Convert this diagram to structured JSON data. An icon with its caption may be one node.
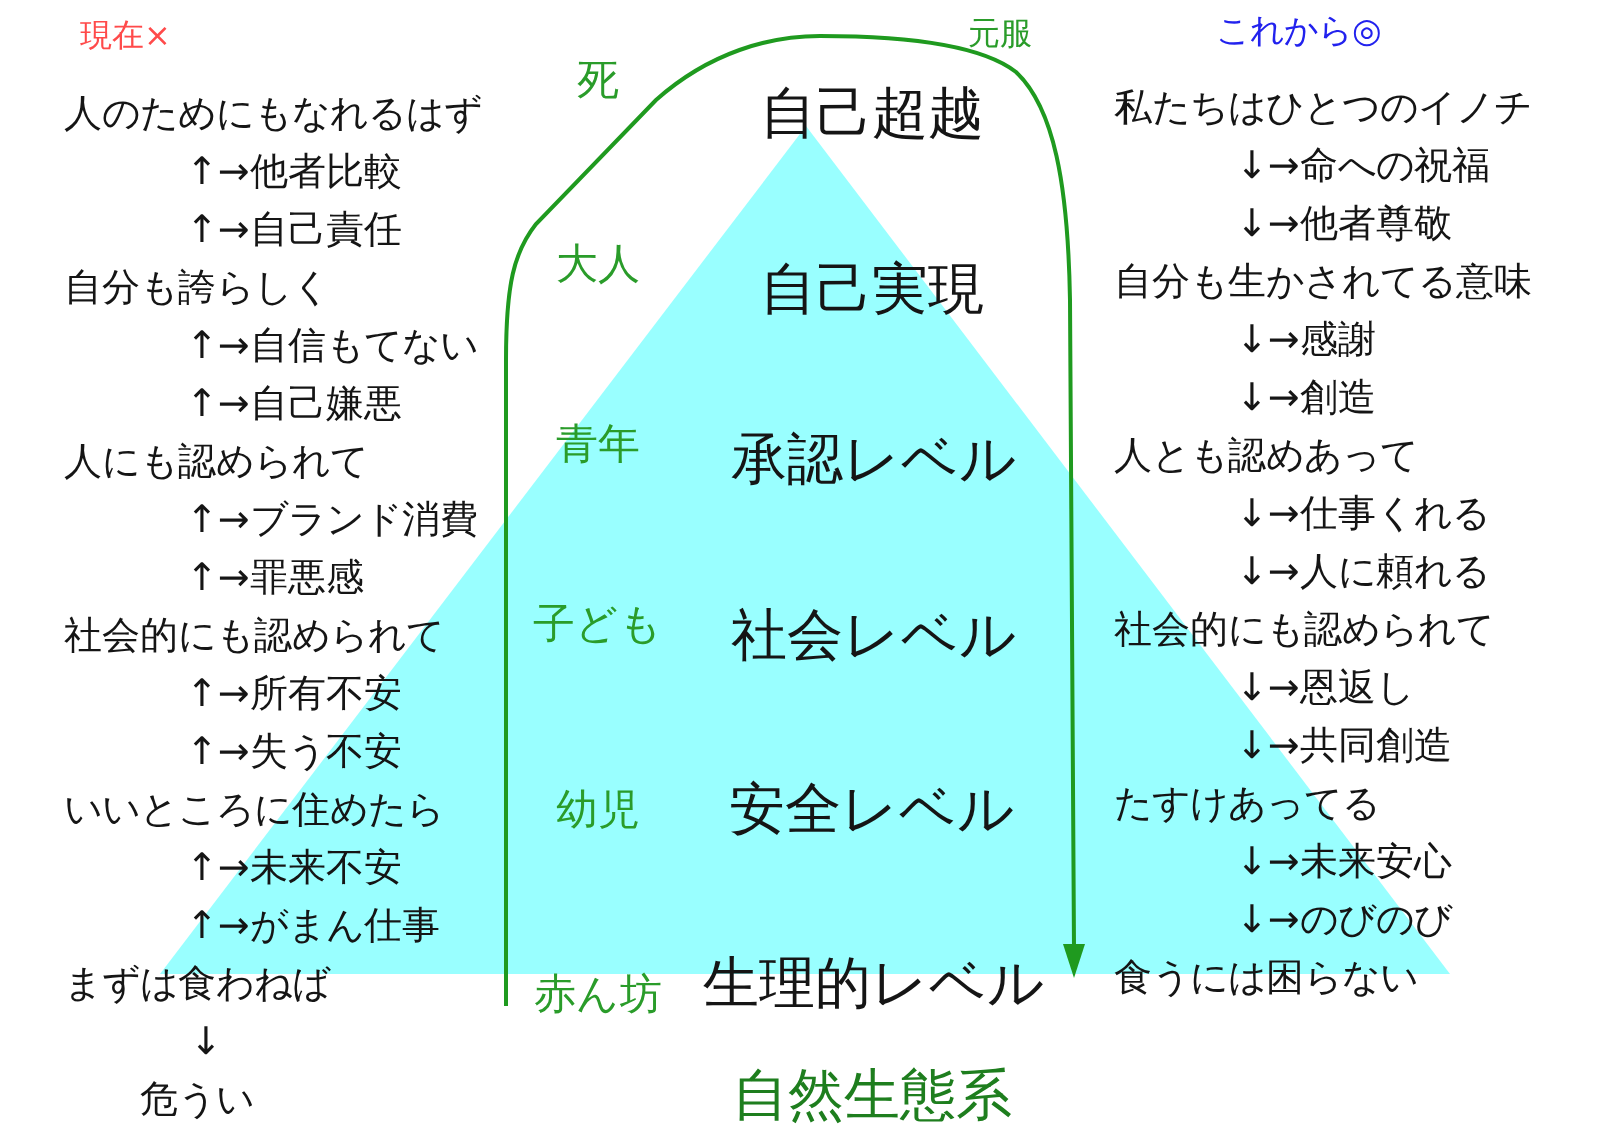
{
  "diagram": {
    "nodes": [
      {
        "text": [
          "自己超越",
          "自己実現",
          "承認レベル",
          "社会レベル",
          "安全レベル",
          "生理的レベル"
        ]
      }
    ],
    "labels": [
      "現在×",
      "人のためにもなれるはず",
      "↑→他者比較",
      "↑→自己責任",
      "自分も誇らしく",
      "↑→自信もてない",
      "↑→自己嫌悪",
      "人にも認められて",
      "↑→ブランド消費",
      "↑→罪悪感",
      "社会的にも認められて",
      "↑→所有不安",
      "↑→失う不安",
      "いいところに住めたら",
      "↑→未来不安",
      "↑→がまん仕事",
      "まずは食わねば",
      "↓",
      "危うい",
      "死",
      "大人",
      "青年",
      "子ども",
      "幼児",
      "赤ん坊",
      "元服",
      "これから◎",
      "私たちはひとつのイノチ",
      "↓→命への祝福",
      "↓→他者尊敬",
      "自分も生かされてる意味",
      "↓→感謝",
      "↓→創造",
      "人とも認めあって",
      "↓→仕事くれる",
      "↓→人に頼れる",
      "社会的にも認められて",
      "↓→恩返し",
      "↓→共同創造",
      "たすけあってる",
      "↓→未来安心",
      "↓→のびのび",
      "食うには困らない",
      "自然生態系"
    ]
  }
}
